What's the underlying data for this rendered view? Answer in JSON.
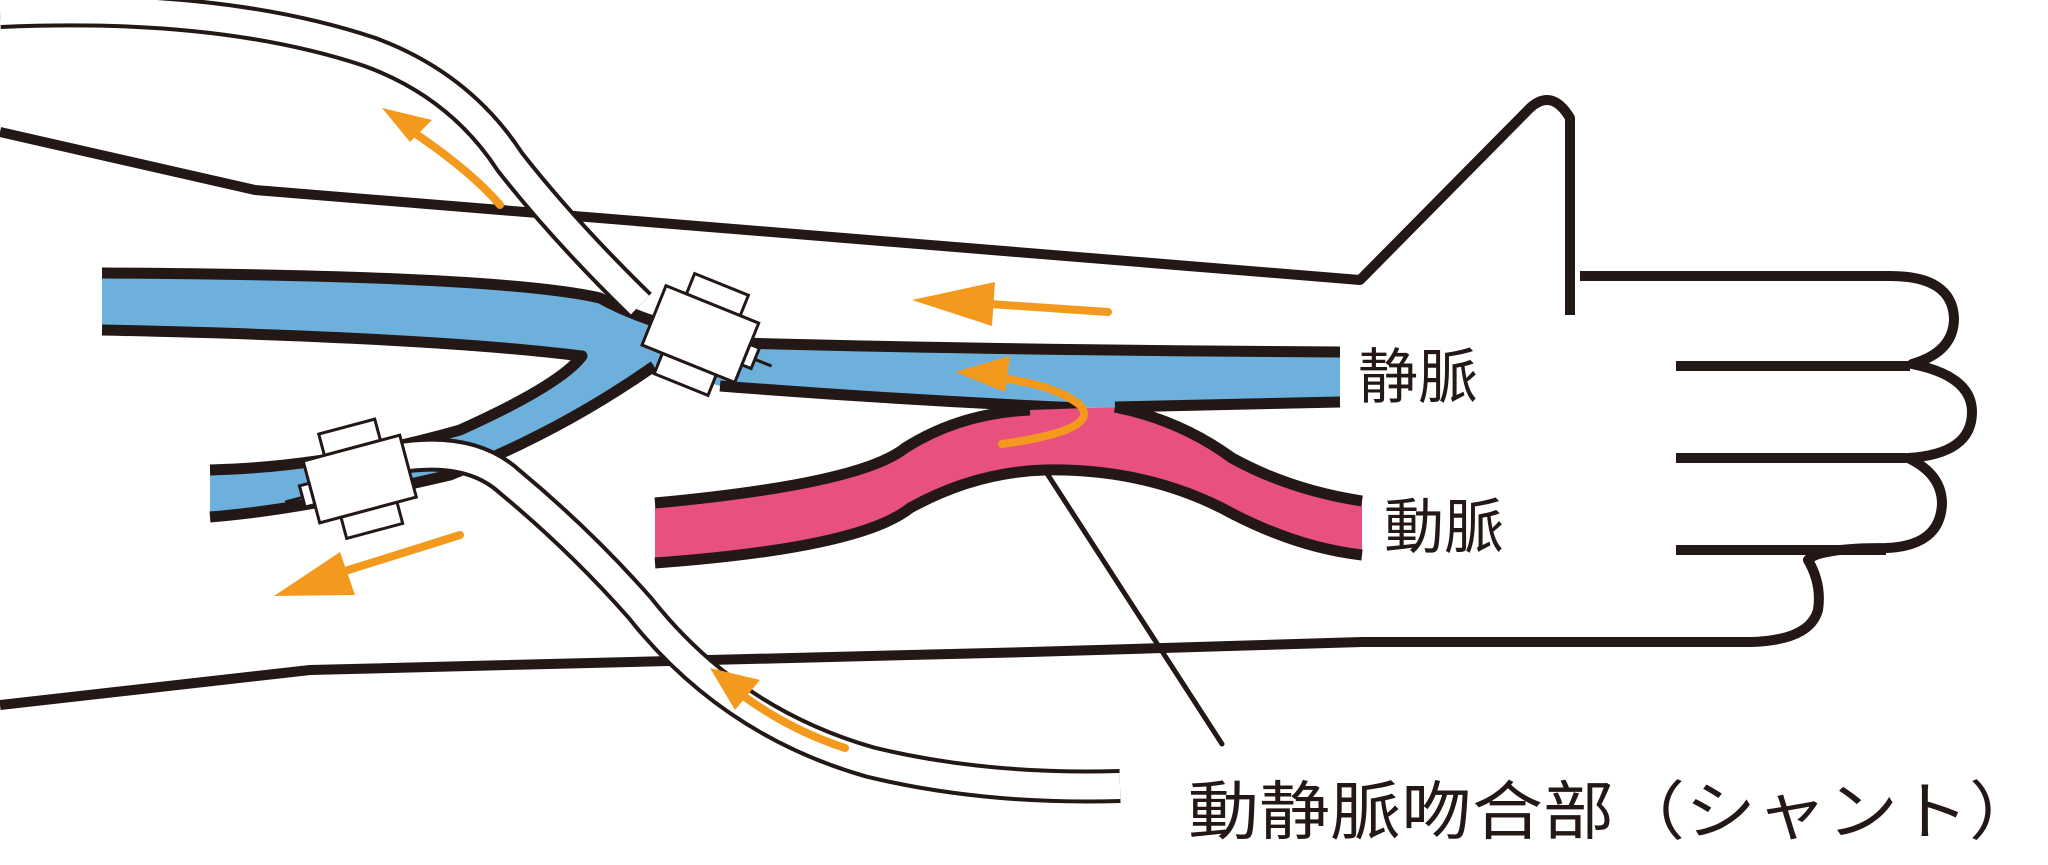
{
  "labels": {
    "vein": "静脈",
    "artery": "動脈",
    "shunt": "動静脈吻合部（シャント）"
  },
  "colors": {
    "vein": "#6CB0DB",
    "artery": "#E8507D",
    "arrow": "#F39A1E",
    "outline": "#231815",
    "background": "#FFFFFF"
  }
}
